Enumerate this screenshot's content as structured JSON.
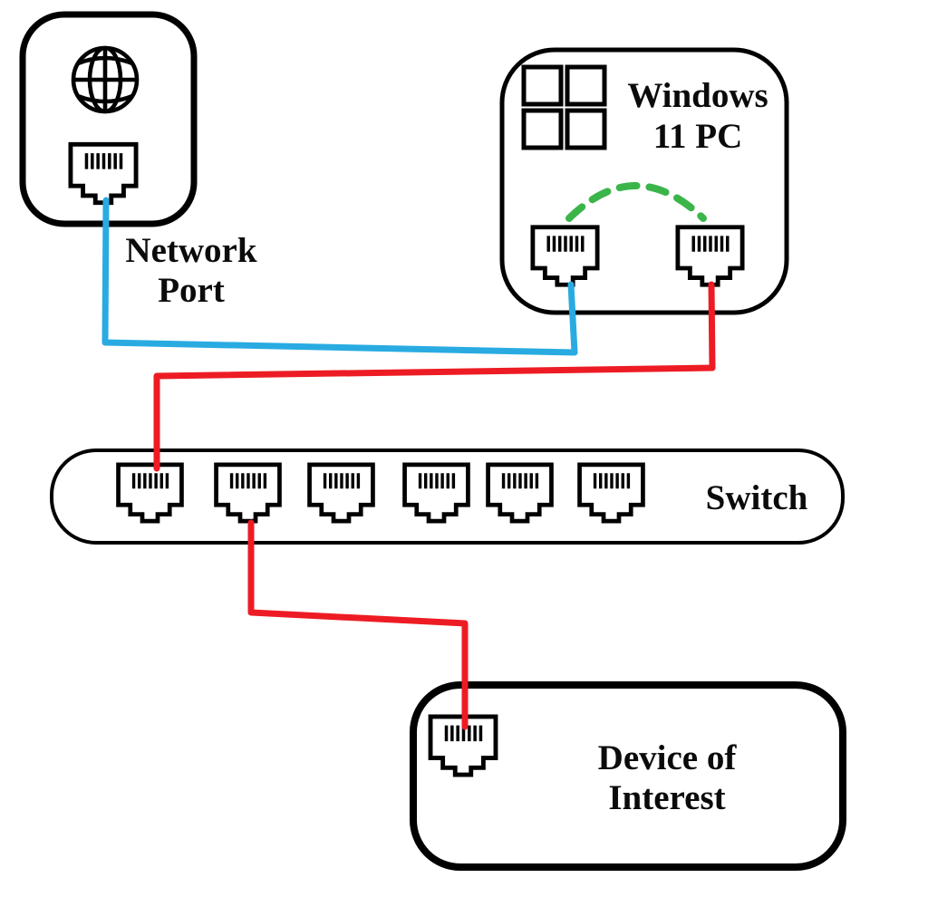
{
  "labels": {
    "network_port_line1": "Network",
    "network_port_line2": "Port",
    "windows_pc_line1": "Windows",
    "windows_pc_line2": "11 PC",
    "switch": "Switch",
    "device_line1": "Device of",
    "device_line2": "Interest"
  },
  "colors": {
    "outline": "#000000",
    "blue_cable": "#29abe2",
    "red_cable": "#ed1c24",
    "green_link": "#3bb54a"
  },
  "icons": {
    "globe": "globe-icon",
    "windows_logo": "windows-logo-icon",
    "ethernet_port": "rj45-port-icon"
  },
  "nodes": {
    "network_port": {
      "port_count": 1
    },
    "windows_pc": {
      "port_count": 2
    },
    "switch": {
      "port_count": 6
    },
    "device_of_interest": {
      "port_count": 1
    }
  },
  "connections": [
    {
      "from": "network-port",
      "to": "windows-pc-port-left",
      "style": "solid",
      "color_name": "blue"
    },
    {
      "from": "windows-pc-port-right",
      "to": "switch-port-1",
      "style": "solid",
      "color_name": "red"
    },
    {
      "from": "switch-port-2",
      "to": "device-of-interest-port",
      "style": "solid",
      "color_name": "red"
    },
    {
      "from": "windows-pc-port-left",
      "to": "windows-pc-port-right",
      "style": "dashed-arc",
      "color_name": "green"
    }
  ]
}
